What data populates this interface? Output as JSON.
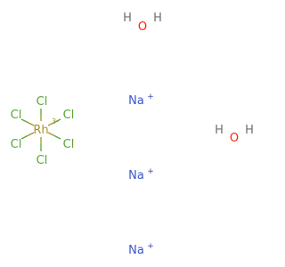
{
  "colors": {
    "chlorine": "#55a82f",
    "rhodium": "#a8922a",
    "sodium": "#3a56c8",
    "oxygen": "#ff2200",
    "hydrogen": "#6e6e6e",
    "charge_sodium": "#2c3fb0"
  },
  "water_1": {
    "h_left": "H",
    "o": "O",
    "h_right": "H"
  },
  "water_2": {
    "h_left": "H",
    "o": "O",
    "h_right": "H"
  },
  "rhodium_complex": {
    "center": "Rh",
    "charge": "3-",
    "ligands": [
      "Cl",
      "Cl",
      "Cl",
      "Cl",
      "Cl",
      "Cl"
    ]
  },
  "sodium_ions": [
    {
      "symbol": "Na",
      "charge": "+"
    },
    {
      "symbol": "Na",
      "charge": "+"
    },
    {
      "symbol": "Na",
      "charge": "+"
    }
  ]
}
